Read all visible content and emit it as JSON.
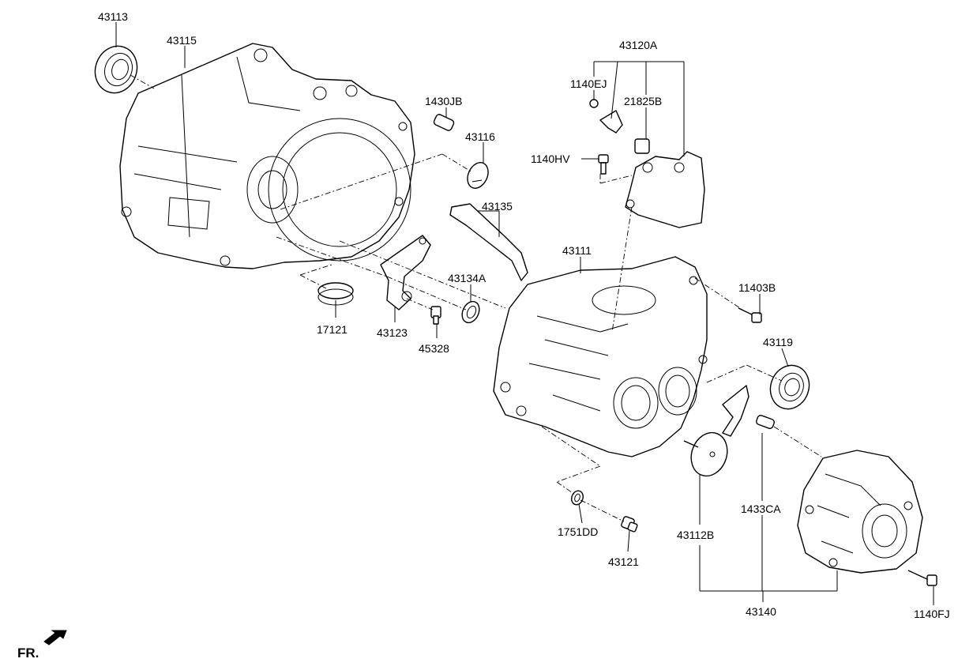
{
  "callouts": {
    "p43113": "43113",
    "p43115": "43115",
    "p1430JB": "1430JB",
    "p43116": "43116",
    "p43135": "43135",
    "p43120A": "43120A",
    "p1140EJ": "1140EJ",
    "p21825B": "21825B",
    "p1140HV": "1140HV",
    "p43111": "43111",
    "p11403B": "11403B",
    "p43119": "43119",
    "p43134A": "43134A",
    "p17121": "17121",
    "p43123": "43123",
    "p45328": "45328",
    "p1751DD": "1751DD",
    "p43121": "43121",
    "p43112B": "43112B",
    "p1433CA": "1433CA",
    "p43140": "43140",
    "p1140FJ": "1140FJ"
  },
  "orientation": {
    "label": "FR.",
    "arrow_icon": "front-direction-arrow-icon"
  }
}
